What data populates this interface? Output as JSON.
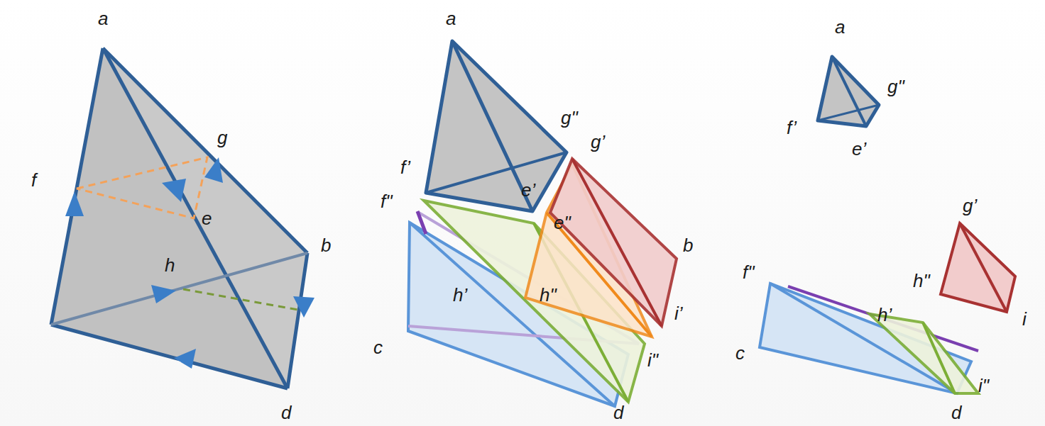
{
  "diagram": {
    "labels": [
      "a",
      "f",
      "g",
      "e",
      "b",
      "h",
      "d",
      "a",
      "g\"",
      "g’",
      "f’",
      "e’",
      "f\"",
      "e\"",
      "b",
      "h’",
      "h\"",
      "i’",
      "c",
      "i\"",
      "d",
      "a",
      "g\"",
      "f’",
      "e’",
      "g’",
      "f\"",
      "h\"",
      "h’",
      "c",
      "i\"",
      "i",
      "d"
    ]
  }
}
